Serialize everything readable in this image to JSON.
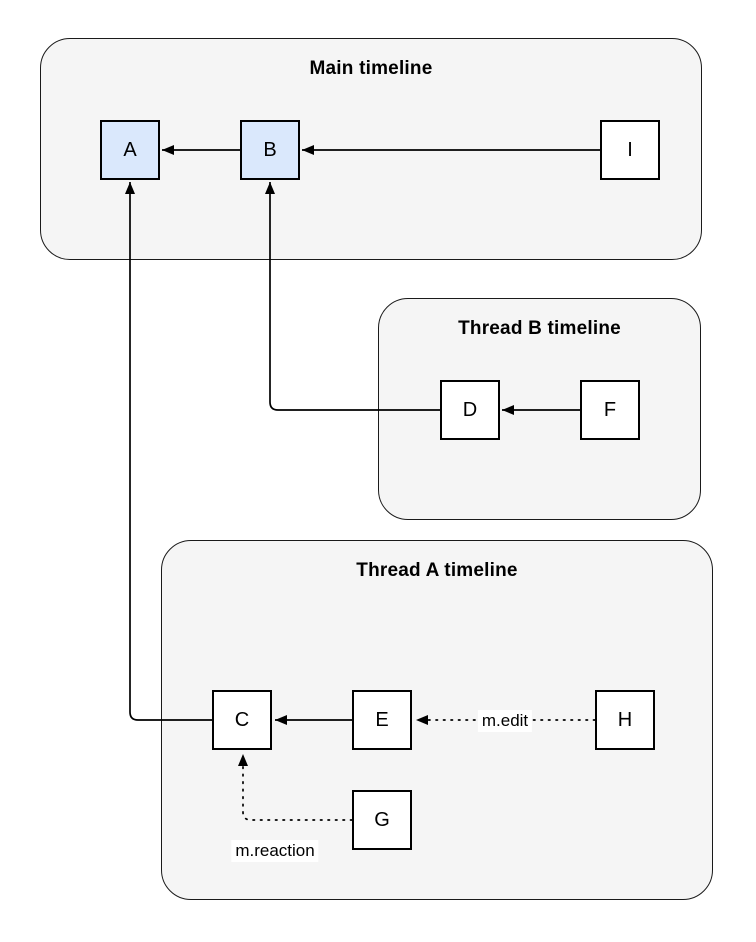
{
  "diagram": {
    "containers": {
      "main": {
        "title": "Main timeline"
      },
      "thread_b": {
        "title": "Thread B timeline"
      },
      "thread_a": {
        "title": "Thread A timeline"
      }
    },
    "nodes": {
      "a": "A",
      "b": "B",
      "i": "I",
      "d": "D",
      "f": "F",
      "c": "C",
      "e": "E",
      "h": "H",
      "g": "G"
    },
    "edge_labels": {
      "edit": "m.edit",
      "reaction": "m.reaction"
    },
    "colors": {
      "highlight_fill": "#dae8fc",
      "container_fill": "#f5f5f5",
      "node_fill": "#ffffff",
      "stroke": "#000000"
    }
  }
}
